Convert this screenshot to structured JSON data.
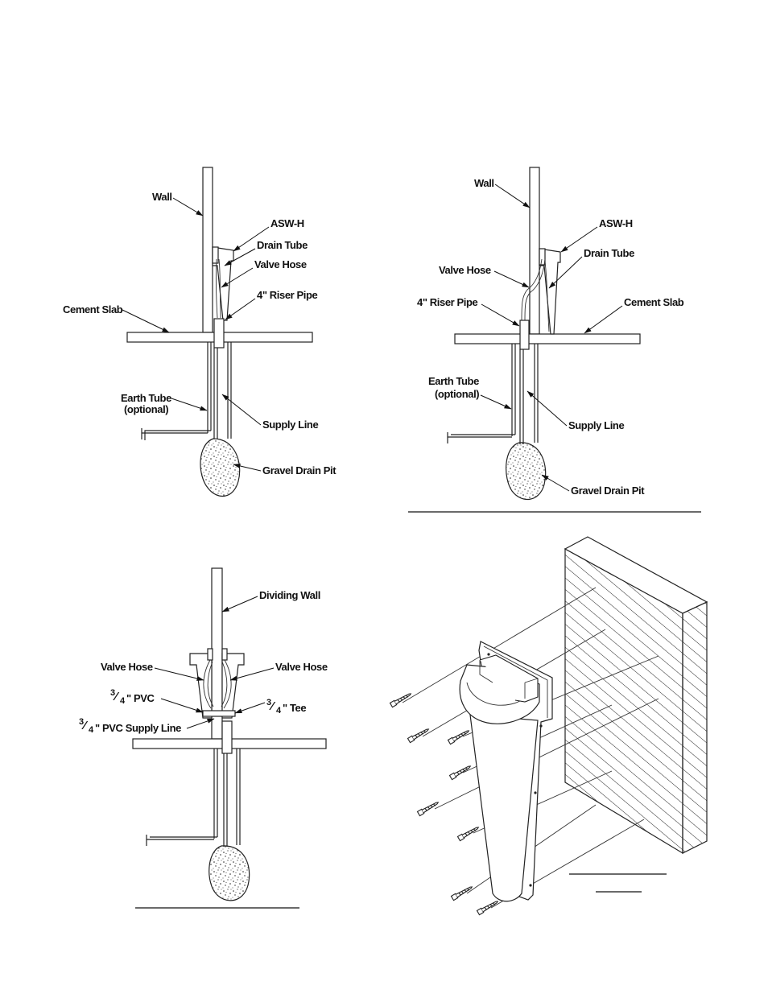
{
  "colors": {
    "ink": "#222222",
    "paper": "#ffffff"
  },
  "diagram1": {
    "wall": "Wall",
    "asw_h": "ASW-H",
    "drain_tube": "Drain Tube",
    "valve_hose": "Valve Hose",
    "riser_pipe": "4\" Riser Pipe",
    "cement_slab": "Cement Slab",
    "earth_tube_1": "Earth Tube",
    "earth_tube_2": "(optional)",
    "supply_line": "Supply Line",
    "gravel_drain_pit": "Gravel Drain Pit"
  },
  "diagram2": {
    "wall": "Wall",
    "asw_h": "ASW-H",
    "drain_tube": "Drain Tube",
    "valve_hose": "Valve Hose",
    "riser_pipe": "4\" Riser Pipe",
    "cement_slab": "Cement Slab",
    "earth_tube_1": "Earth Tube",
    "earth_tube_2": "(optional)",
    "supply_line": "Supply Line",
    "gravel_drain_pit": "Gravel Drain Pit"
  },
  "diagram3": {
    "dividing_wall": "Dividing Wall",
    "valve_hose_left": "Valve Hose",
    "valve_hose_right": "Valve Hose",
    "pvc_num": "3",
    "pvc_den": "4",
    "pvc_text": "\" PVC",
    "tee_num": "3",
    "tee_den": "4",
    "tee_text": "\" Tee",
    "supply_num": "3",
    "supply_den": "4",
    "supply_text": "\" PVC Supply Line"
  }
}
